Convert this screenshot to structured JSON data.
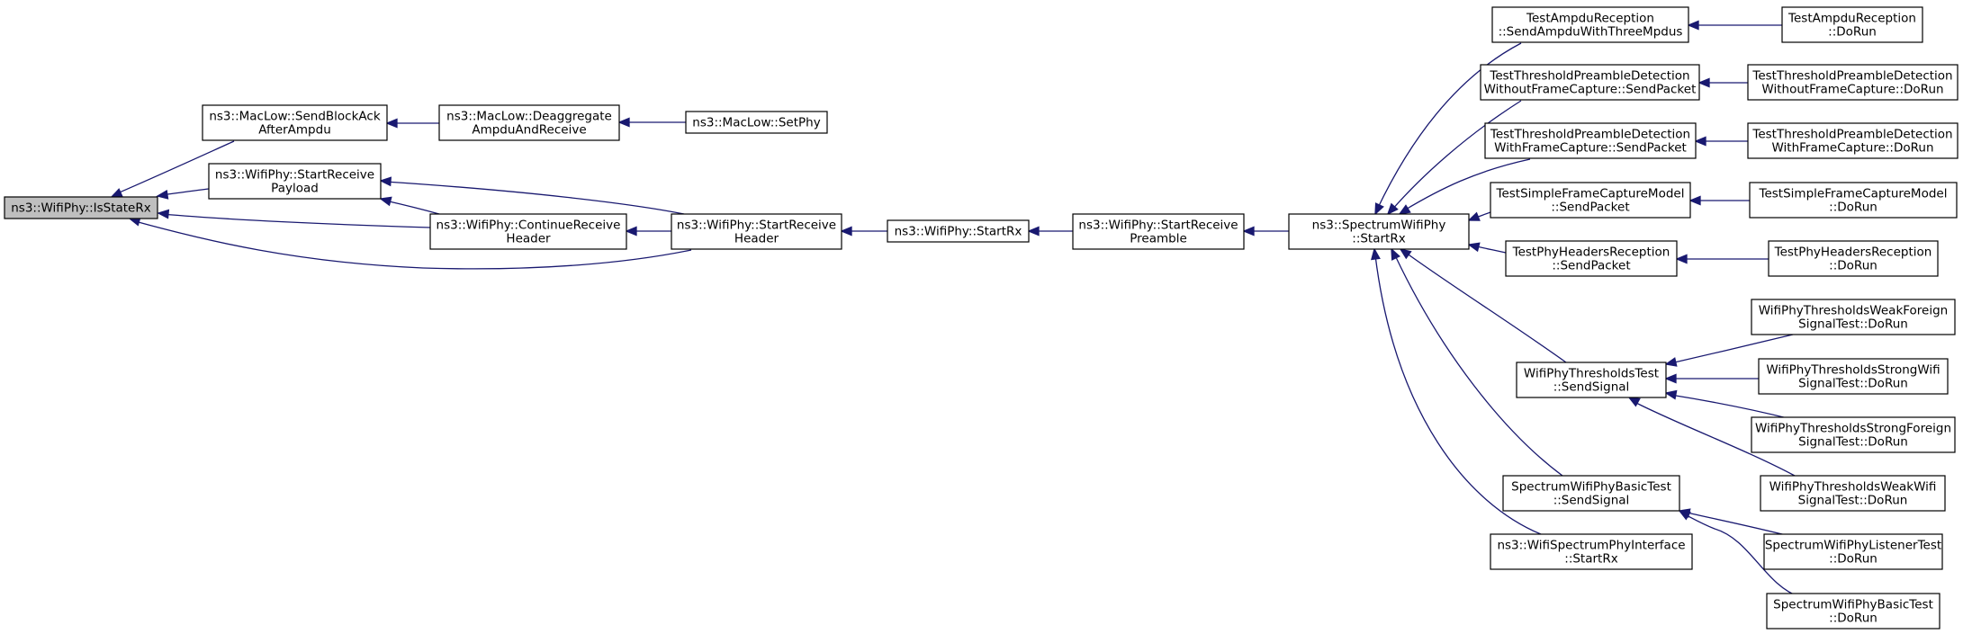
{
  "graph": {
    "type": "caller-graph",
    "colors": {
      "edge": "#191970",
      "node_border": "#000000",
      "root_fill": "#bfbfbf",
      "node_fill": "#ffffff"
    },
    "nodes": [
      {
        "id": "isstaterx",
        "lines": [
          "ns3::WifiPhy::IsStateRx"
        ],
        "root": true
      },
      {
        "id": "sendblockack",
        "lines": [
          "ns3::MacLow::SendBlockAck",
          "AfterAmpdu"
        ]
      },
      {
        "id": "deaggregate",
        "lines": [
          "ns3::MacLow::Deaggregate",
          "AmpduAndReceive"
        ]
      },
      {
        "id": "setphy",
        "lines": [
          "ns3::MacLow::SetPhy"
        ]
      },
      {
        "id": "startrecvpayload",
        "lines": [
          "ns3::WifiPhy::StartReceive",
          "Payload"
        ]
      },
      {
        "id": "continuerecv",
        "lines": [
          "ns3::WifiPhy::ContinueReceive",
          "Header"
        ]
      },
      {
        "id": "startrecvheader",
        "lines": [
          "ns3::WifiPhy::StartReceive",
          "Header"
        ]
      },
      {
        "id": "wifiphystartrx",
        "lines": [
          "ns3::WifiPhy::StartRx"
        ]
      },
      {
        "id": "startrecvpreamble",
        "lines": [
          "ns3::WifiPhy::StartReceive",
          "Preamble"
        ]
      },
      {
        "id": "spectrumstartrx",
        "lines": [
          "ns3::SpectrumWifiPhy",
          "::StartRx"
        ]
      },
      {
        "id": "ampdusend",
        "lines": [
          "TestAmpduReception",
          "::SendAmpduWithThreeMpdus"
        ]
      },
      {
        "id": "ampdudorun",
        "lines": [
          "TestAmpduReception",
          "::DoRun"
        ]
      },
      {
        "id": "threshwithoutsend",
        "lines": [
          "TestThresholdPreambleDetection",
          "WithoutFrameCapture::SendPacket"
        ]
      },
      {
        "id": "threshwithoutdorun",
        "lines": [
          "TestThresholdPreambleDetection",
          "WithoutFrameCapture::DoRun"
        ]
      },
      {
        "id": "threshwithsend",
        "lines": [
          "TestThresholdPreambleDetection",
          "WithFrameCapture::SendPacket"
        ]
      },
      {
        "id": "threshwithdorun",
        "lines": [
          "TestThresholdPreambleDetection",
          "WithFrameCapture::DoRun"
        ]
      },
      {
        "id": "capturesend",
        "lines": [
          "TestSimpleFrameCaptureModel",
          "::SendPacket"
        ]
      },
      {
        "id": "capturedorun",
        "lines": [
          "TestSimpleFrameCaptureModel",
          "::DoRun"
        ]
      },
      {
        "id": "headerssend",
        "lines": [
          "TestPhyHeadersReception",
          "::SendPacket"
        ]
      },
      {
        "id": "headersdorun",
        "lines": [
          "TestPhyHeadersReception",
          "::DoRun"
        ]
      },
      {
        "id": "thresholdssend",
        "lines": [
          "WifiPhyThresholdsTest",
          "::SendSignal"
        ]
      },
      {
        "id": "weakforeign",
        "lines": [
          "WifiPhyThresholdsWeakForeign",
          "SignalTest::DoRun"
        ]
      },
      {
        "id": "strongwifi",
        "lines": [
          "WifiPhyThresholdsStrongWifi",
          "SignalTest::DoRun"
        ]
      },
      {
        "id": "strongforeign",
        "lines": [
          "WifiPhyThresholdsStrongForeign",
          "SignalTest::DoRun"
        ]
      },
      {
        "id": "weakwifi",
        "lines": [
          "WifiPhyThresholdsWeakWifi",
          "SignalTest::DoRun"
        ]
      },
      {
        "id": "basicsend",
        "lines": [
          "SpectrumWifiPhyBasicTest",
          "::SendSignal"
        ]
      },
      {
        "id": "listenerdorun",
        "lines": [
          "SpectrumWifiPhyListenerTest",
          "::DoRun"
        ]
      },
      {
        "id": "basicdorun",
        "lines": [
          "SpectrumWifiPhyBasicTest",
          "::DoRun"
        ]
      },
      {
        "id": "interfacestartrx",
        "lines": [
          "ns3::WifiSpectrumPhyInterface",
          "::StartRx"
        ]
      }
    ],
    "edges": [
      {
        "from": "sendblockack",
        "to": "isstaterx"
      },
      {
        "from": "startrecvpayload",
        "to": "isstaterx"
      },
      {
        "from": "continuerecv",
        "to": "isstaterx"
      },
      {
        "from": "startrecvheader",
        "to": "isstaterx"
      },
      {
        "from": "deaggregate",
        "to": "sendblockack"
      },
      {
        "from": "setphy",
        "to": "deaggregate"
      },
      {
        "from": "continuerecv",
        "to": "startrecvpayload"
      },
      {
        "from": "startrecvheader",
        "to": "startrecvpayload"
      },
      {
        "from": "startrecvheader",
        "to": "continuerecv"
      },
      {
        "from": "wifiphystartrx",
        "to": "startrecvheader"
      },
      {
        "from": "startrecvpreamble",
        "to": "wifiphystartrx"
      },
      {
        "from": "spectrumstartrx",
        "to": "startrecvpreamble"
      },
      {
        "from": "ampdusend",
        "to": "spectrumstartrx"
      },
      {
        "from": "threshwithoutsend",
        "to": "spectrumstartrx"
      },
      {
        "from": "threshwithsend",
        "to": "spectrumstartrx"
      },
      {
        "from": "capturesend",
        "to": "spectrumstartrx"
      },
      {
        "from": "headerssend",
        "to": "spectrumstartrx"
      },
      {
        "from": "thresholdssend",
        "to": "spectrumstartrx"
      },
      {
        "from": "basicsend",
        "to": "spectrumstartrx"
      },
      {
        "from": "interfacestartrx",
        "to": "spectrumstartrx"
      },
      {
        "from": "ampdudorun",
        "to": "ampdusend"
      },
      {
        "from": "threshwithoutdorun",
        "to": "threshwithoutsend"
      },
      {
        "from": "threshwithdorun",
        "to": "threshwithsend"
      },
      {
        "from": "capturedorun",
        "to": "capturesend"
      },
      {
        "from": "headersdorun",
        "to": "headerssend"
      },
      {
        "from": "weakforeign",
        "to": "thresholdssend"
      },
      {
        "from": "strongwifi",
        "to": "thresholdssend"
      },
      {
        "from": "strongforeign",
        "to": "thresholdssend"
      },
      {
        "from": "weakwifi",
        "to": "thresholdssend"
      },
      {
        "from": "listenerdorun",
        "to": "basicsend"
      },
      {
        "from": "basicdorun",
        "to": "basicsend"
      }
    ]
  }
}
